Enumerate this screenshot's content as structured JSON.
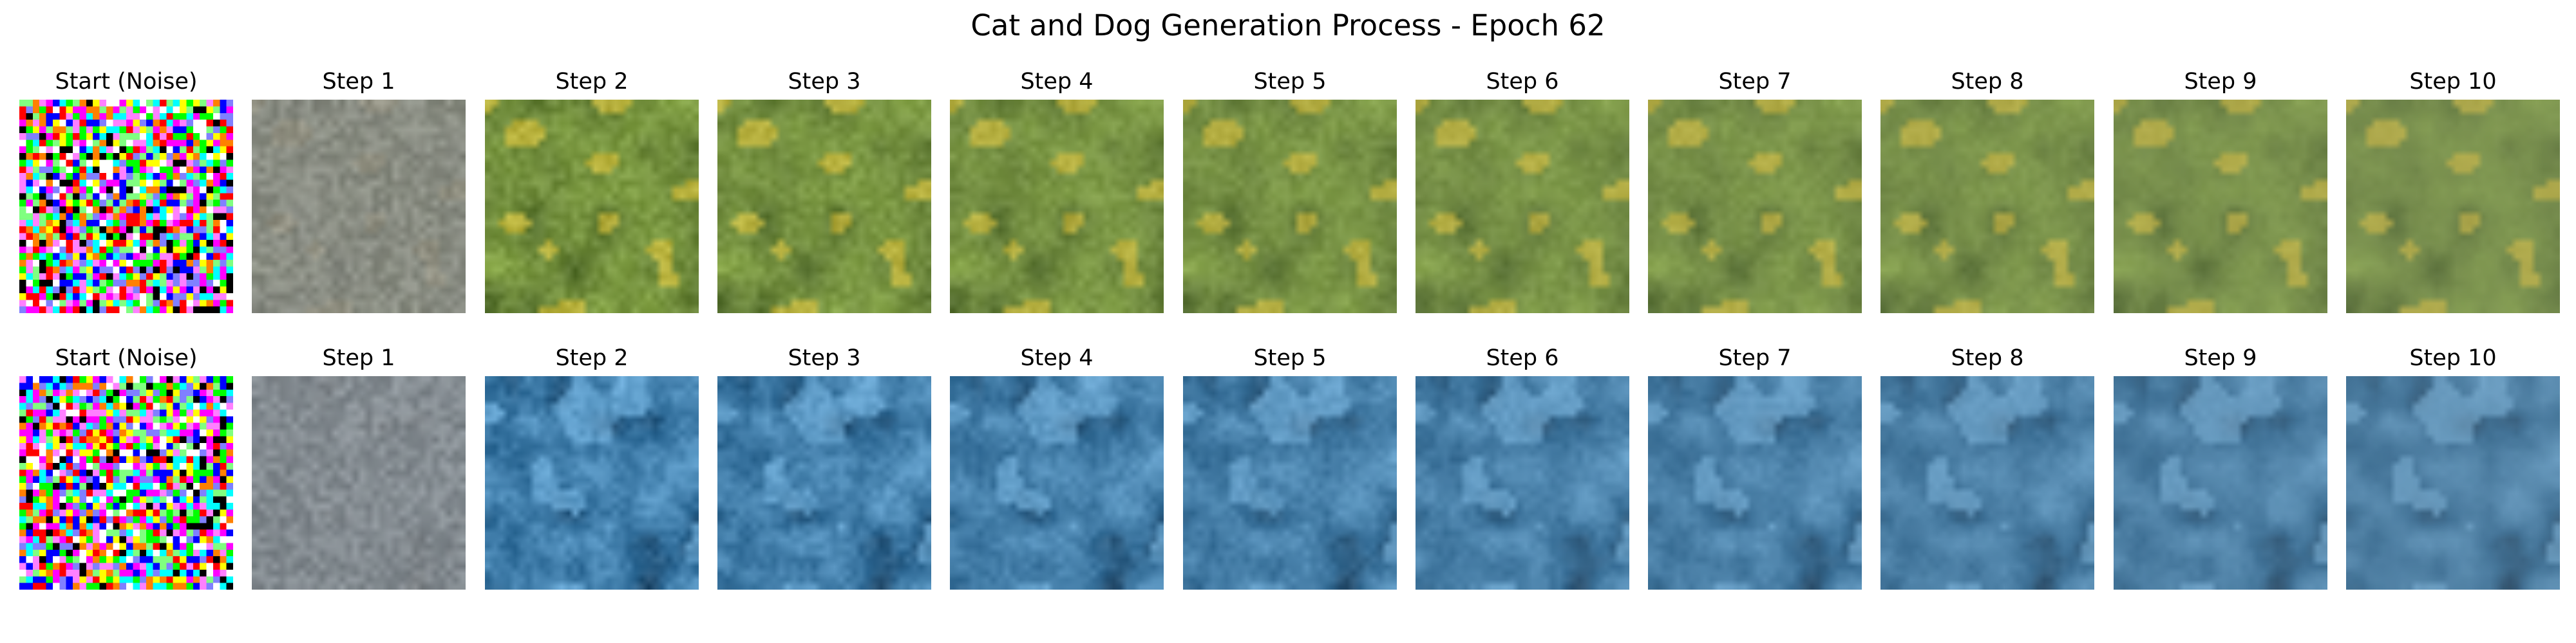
{
  "figure": {
    "title": "Cat and Dog Generation Process - Epoch 62"
  },
  "rows": [
    {
      "palette": "green",
      "panels": [
        {
          "label": "Start (Noise)",
          "kind": "noise"
        },
        {
          "label": "Step 1",
          "kind": "step",
          "step": 1
        },
        {
          "label": "Step 2",
          "kind": "step",
          "step": 2
        },
        {
          "label": "Step 3",
          "kind": "step",
          "step": 3
        },
        {
          "label": "Step 4",
          "kind": "step",
          "step": 4
        },
        {
          "label": "Step 5",
          "kind": "step",
          "step": 5
        },
        {
          "label": "Step 6",
          "kind": "step",
          "step": 6
        },
        {
          "label": "Step 7",
          "kind": "step",
          "step": 7
        },
        {
          "label": "Step 8",
          "kind": "step",
          "step": 8
        },
        {
          "label": "Step 9",
          "kind": "step",
          "step": 9
        },
        {
          "label": "Step 10",
          "kind": "step",
          "step": 10
        }
      ]
    },
    {
      "palette": "blue",
      "panels": [
        {
          "label": "Start (Noise)",
          "kind": "noise"
        },
        {
          "label": "Step 1",
          "kind": "step",
          "step": 1
        },
        {
          "label": "Step 2",
          "kind": "step",
          "step": 2
        },
        {
          "label": "Step 3",
          "kind": "step",
          "step": 3
        },
        {
          "label": "Step 4",
          "kind": "step",
          "step": 4
        },
        {
          "label": "Step 5",
          "kind": "step",
          "step": 5
        },
        {
          "label": "Step 6",
          "kind": "step",
          "step": 6
        },
        {
          "label": "Step 7",
          "kind": "step",
          "step": 7
        },
        {
          "label": "Step 8",
          "kind": "step",
          "step": 8
        },
        {
          "label": "Step 9",
          "kind": "step",
          "step": 9
        },
        {
          "label": "Step 10",
          "kind": "step",
          "step": 10
        }
      ]
    }
  ],
  "colors": {
    "background": "#ffffff",
    "text": "#000000",
    "gray_step": "#8c8c8c",
    "green_dark": "#3f5a1e",
    "green_mid": "#6e8a3a",
    "green_light": "#8fb04a",
    "green_accent": "#d8c23a",
    "blue_dark": "#0f2a44",
    "blue_mid": "#2e6c9a",
    "blue_light": "#6fb0de"
  }
}
